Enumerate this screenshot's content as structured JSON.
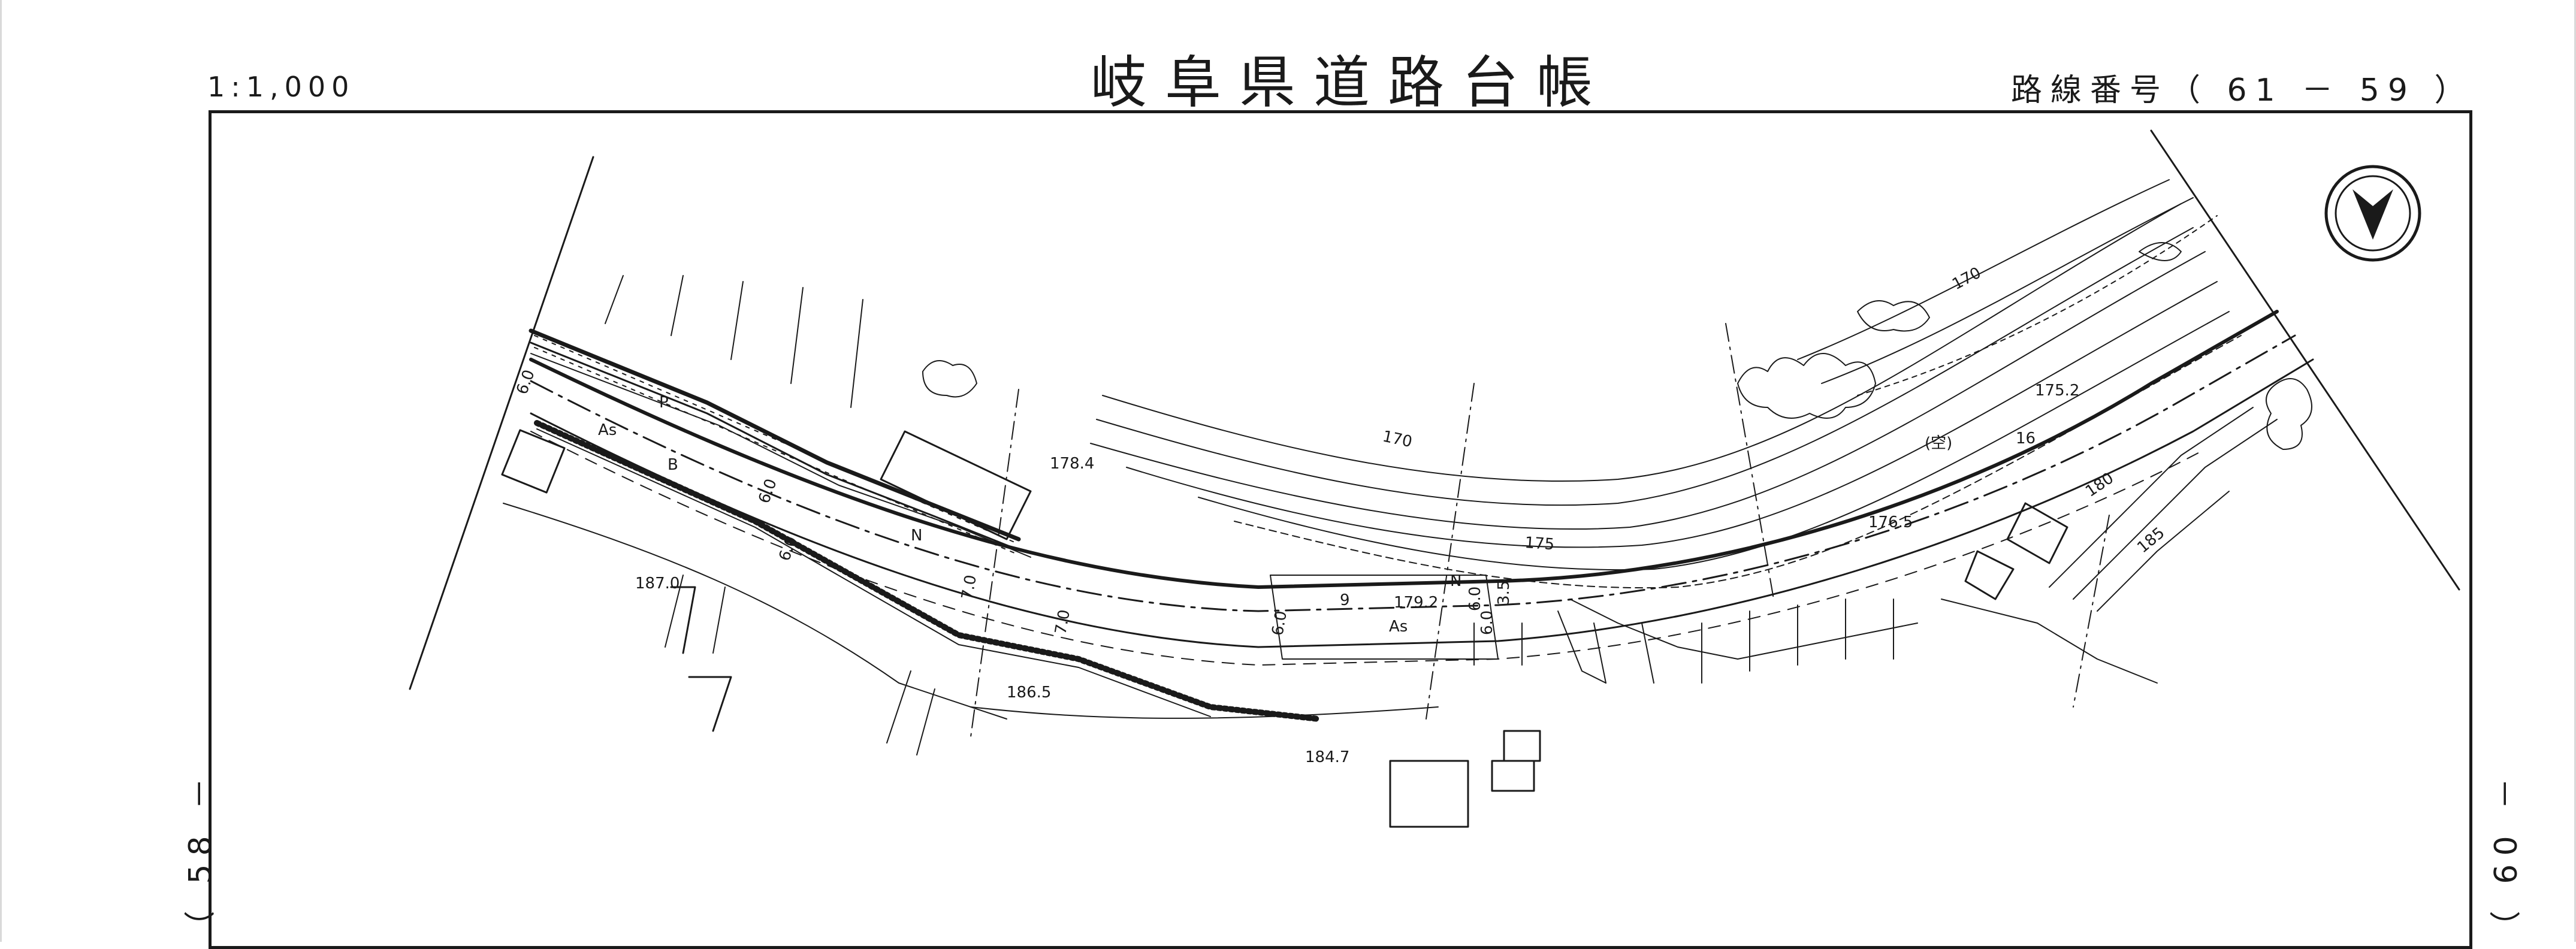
{
  "header": {
    "scale": "1:1,000",
    "title": "岐阜県道路台帳",
    "route_number": "路線番号（ 61 － 59 ）"
  },
  "sheet_links": {
    "left": "（ 58 －",
    "right": "（ 60 －"
  },
  "map": {
    "contour_labels": [
      "170",
      "170",
      "175",
      "180",
      "185"
    ],
    "elevation_points": [
      "178.4",
      "187.0",
      "186.5",
      "184.7",
      "179.2",
      "176.5",
      "175.2"
    ],
    "road_surface": [
      "As",
      "As"
    ],
    "road_widths": [
      "6.0",
      "7.0",
      "7.0",
      "6.0",
      "6.0",
      "6.0",
      "6.0",
      "3.5",
      "6.0"
    ],
    "labels": [
      "(空)",
      "P",
      "N",
      "N",
      "B",
      "9",
      "16"
    ],
    "north_arrow": "north-arrow-icon"
  },
  "colors": {
    "ink": "#1a1a1a",
    "background": "#ffffff"
  }
}
